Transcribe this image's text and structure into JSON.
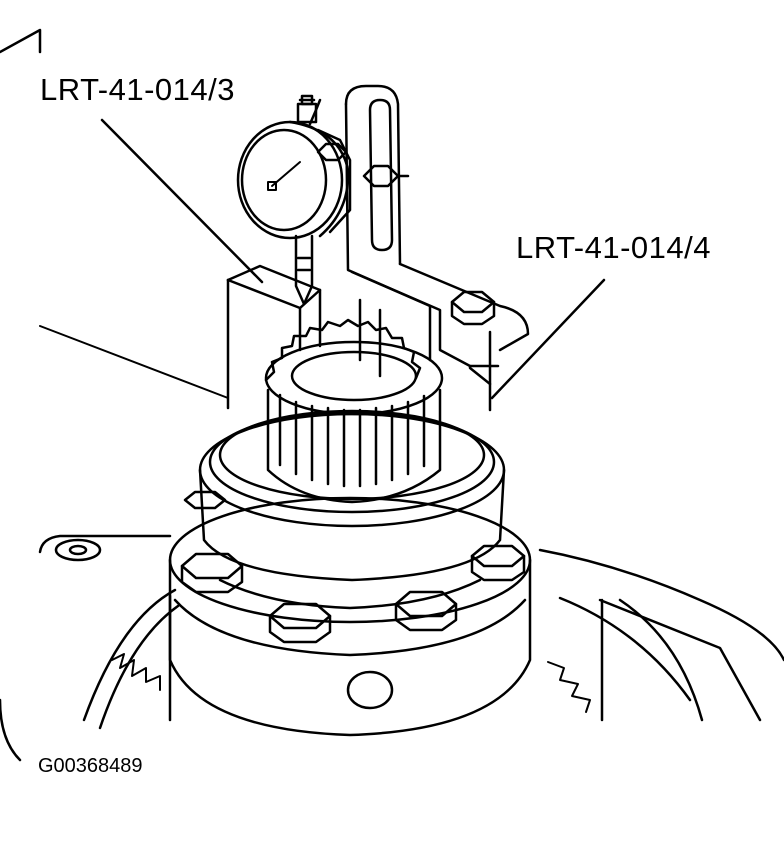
{
  "callouts": {
    "tool_a": "LRT-41-014/3",
    "tool_b": "LRT-41-014/4"
  },
  "figure_id": "G00368489",
  "colors": {
    "ink": "#000000",
    "paper": "#ffffff"
  }
}
